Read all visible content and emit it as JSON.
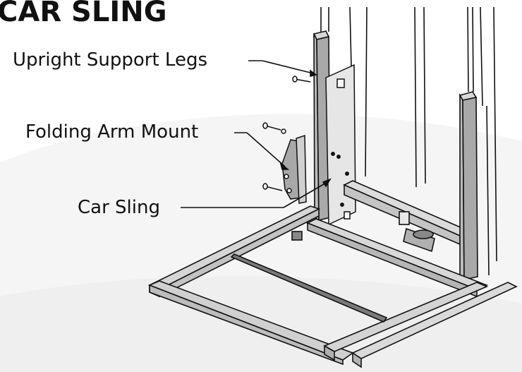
{
  "title": "CAR SLING",
  "labels": {
    "upright": "Upright Support Legs",
    "folding": "Folding Arm Mount",
    "sling": "Car Sling"
  },
  "colors": {
    "line": "#111111",
    "gray_fill": "#bdbdbd",
    "background_swoosh": "#f3f3f3"
  }
}
